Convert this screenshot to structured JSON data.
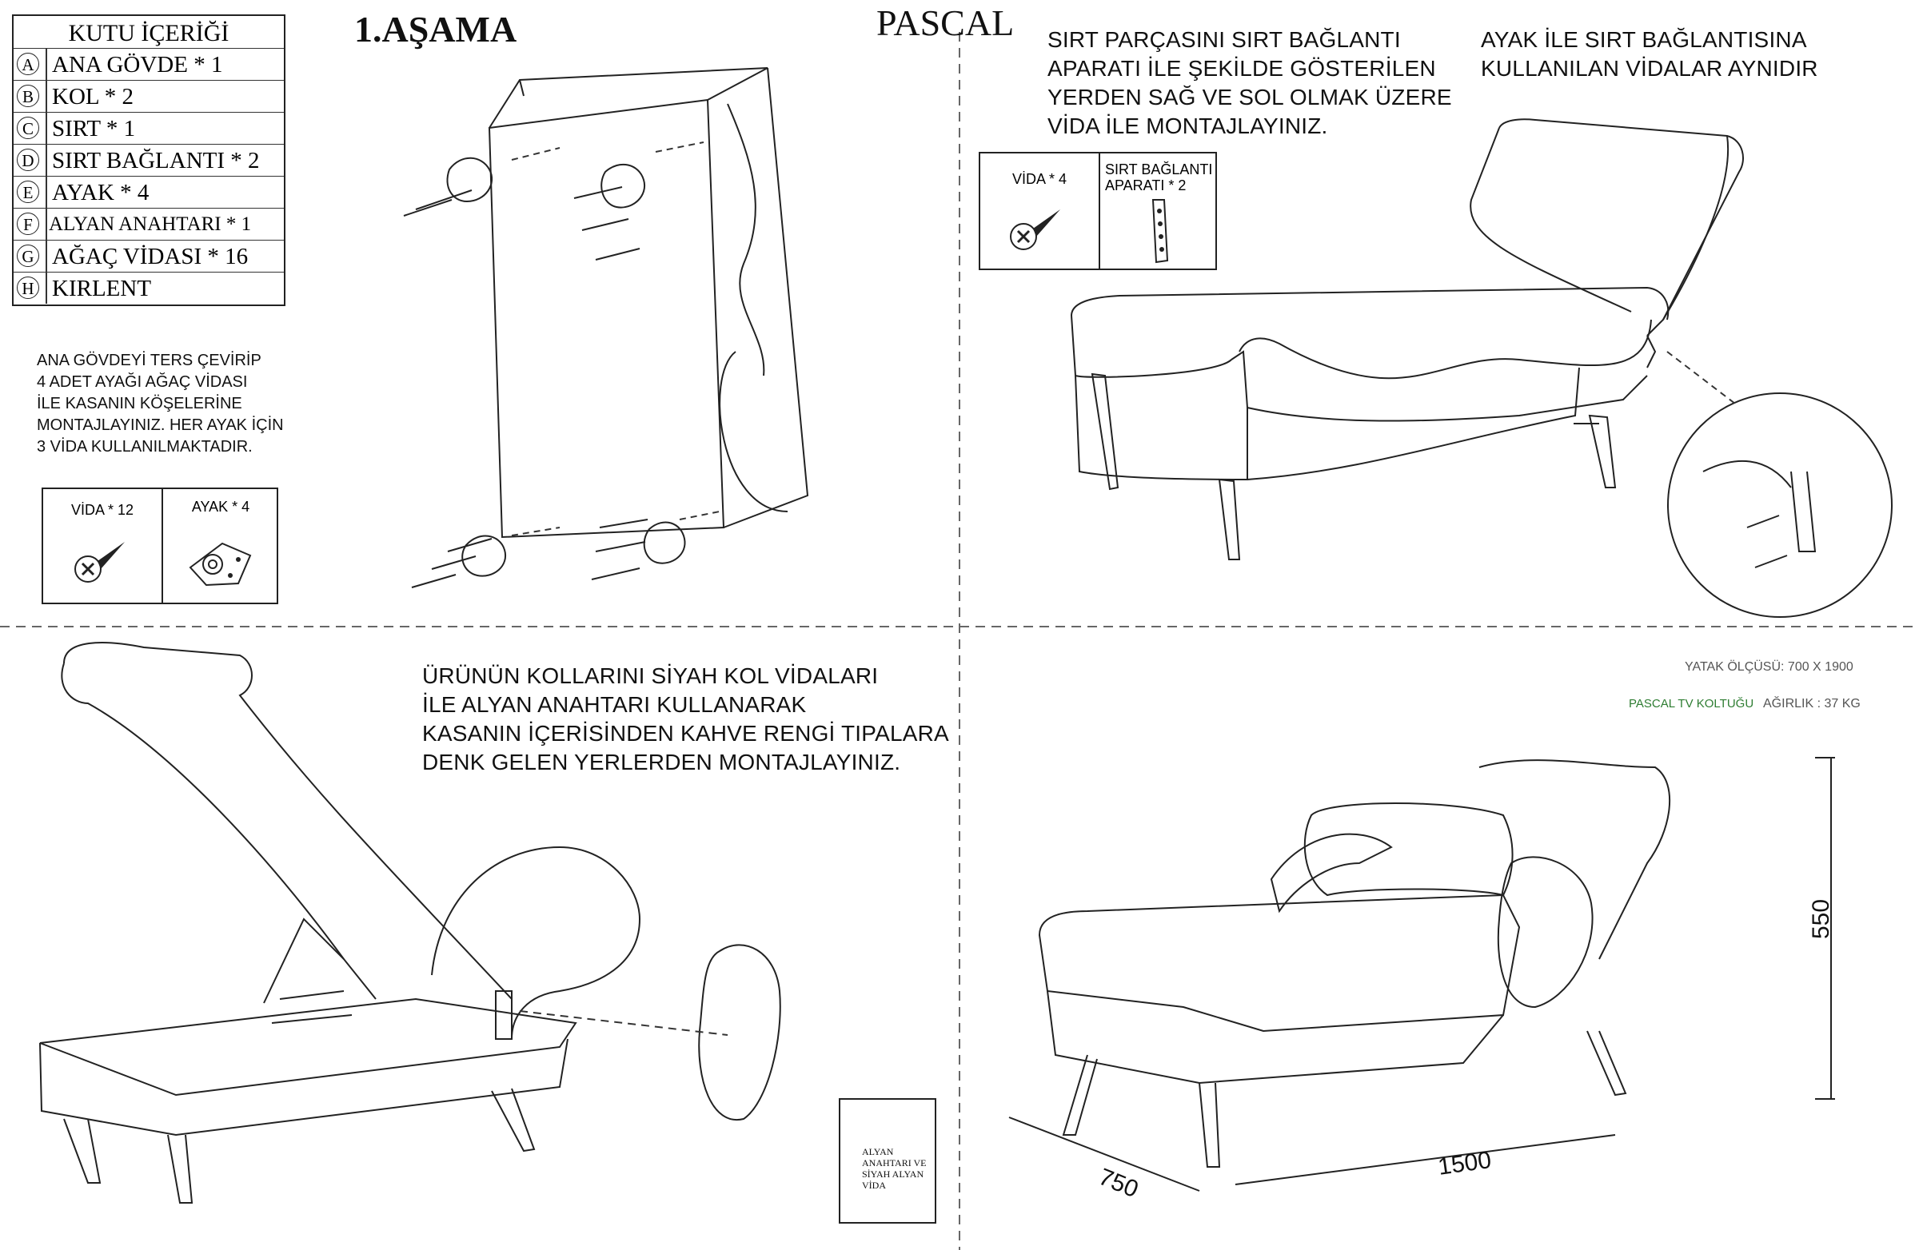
{
  "brand": "PASCAL",
  "stage": "1.AŞAMA",
  "contents": {
    "title": "KUTU İÇERİĞİ",
    "items": [
      {
        "letter": "A",
        "label": "ANA GÖVDE * 1"
      },
      {
        "letter": "B",
        "label": "KOL * 2"
      },
      {
        "letter": "C",
        "label": "SIRT * 1"
      },
      {
        "letter": "D",
        "label": "SIRT BAĞLANTI * 2"
      },
      {
        "letter": "E",
        "label": "AYAK * 4"
      },
      {
        "letter": "F",
        "label": "ALYAN ANAHTARI * 1"
      },
      {
        "letter": "G",
        "label": "AĞAÇ VİDASI * 16"
      },
      {
        "letter": "H",
        "label": "KIRLENT"
      }
    ]
  },
  "step_legs": {
    "instruction": "ANA GÖVDEYİ TERS ÇEVİRİP\n4 ADET AYAĞI AĞAÇ VİDASI\nİLE KASANIN KÖŞELERİNE\nMONTAJLAYINIZ. HER AYAK İÇİN\n3 VİDA KULLANILMAKTADIR.",
    "parts": [
      {
        "label": "VİDA * 12",
        "icon": "screw-icon"
      },
      {
        "label": "AYAK * 4",
        "icon": "leg-bracket-icon"
      }
    ]
  },
  "step_back": {
    "instruction": "SIRT PARÇASINI SIRT BAĞLANTI\nAPARATI İLE ŞEKİLDE GÖSTERİLEN\nYERDEN SAĞ VE SOL OLMAK ÜZERE\nVİDA İLE MONTAJLAYINIZ.",
    "note": "AYAK İLE SIRT BAĞLANTISINA\nKULLANILAN VİDALAR AYNIDIR",
    "parts": [
      {
        "label": "VİDA * 4",
        "icon": "screw-icon"
      },
      {
        "label": "SIRT BAĞLANTI\nAPARATI * 2",
        "icon": "back-bracket-icon"
      }
    ]
  },
  "step_arms": {
    "instruction": "ÜRÜNÜN KOLLARINI SİYAH KOL VİDALARI\nİLE ALYAN ANAHTARI KULLANARAK\nKASANIN İÇERİSİNDEN KAHVE RENGİ TIPALARA\nDENK GELEN YERLERDEN MONTAJLAYINIZ.",
    "box_label": "ALYAN\nANAHTARI VE\nSİYAH ALYAN\nVİDA"
  },
  "product": {
    "bed_size_label": "YATAK ÖLÇÜSÜ: 700 X 1900",
    "name": "PASCAL TV KOLTUĞU",
    "weight_label": "AĞIRLIK : 37 KG",
    "name_color": "#2e7d32",
    "dim_depth": "750",
    "dim_width": "1500",
    "dim_height": "550"
  }
}
